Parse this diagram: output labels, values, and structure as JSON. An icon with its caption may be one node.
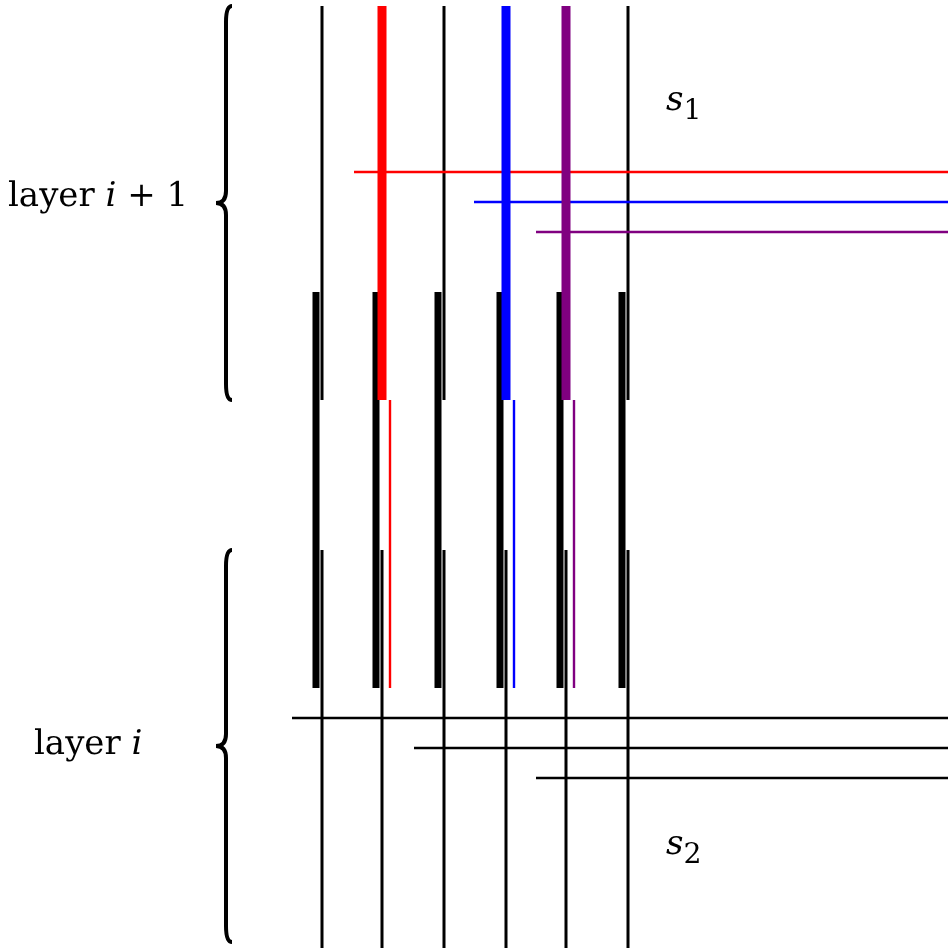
{
  "diagram": {
    "labels": [
      "*s*$_{1}$",
      "layer *i* + 1",
      "layer *i*",
      "*s*$_{2}$"
    ]
  }
}
